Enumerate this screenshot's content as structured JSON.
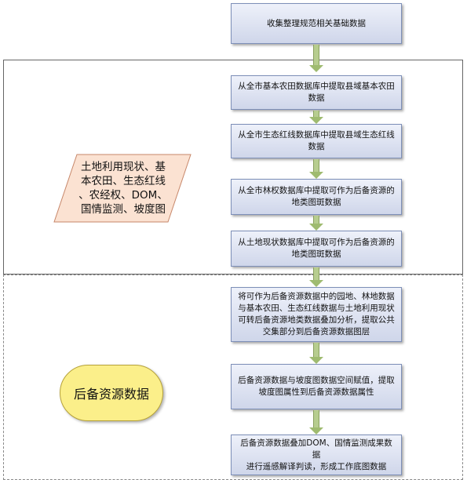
{
  "flow": {
    "step1": "收集整理规范相关基础数据",
    "step2_line1": "从全市基本农田数据库中提取县域基本农田",
    "step2_line2": "数据",
    "step3_line1": "从全市生态红线数据库中提取县域生态红线",
    "step3_line2": "数据",
    "step4_line1": "从全市林权数据库中提取可作为后备资源的",
    "step4_line2": "地类图斑数据",
    "step5_line1": "从土地现状数据库中提取可作为后备资源的",
    "step5_line2": "地类图斑数据",
    "step6_line1": "将可作为后备资源数据中的园地、林地数据",
    "step6_line2": "与基本农田、生态红线数据与土地利用现状",
    "step6_line3": "可转后备资源地类数据叠加分析，提取公共",
    "step6_line4": "交集部分到后备资源数据图层",
    "step7_line1": "后备资源数据与坡度图数据空间赋值，提取",
    "step7_line2": "坡度图属性到后备资源数据属性",
    "step8_line1": "后备资源数据叠加DOM、国情监测成果数据",
    "step8_line2": "进行遥感解译判读，形成工作底图数据"
  },
  "input_data": {
    "line1": "土地利用现状、基",
    "line2": "本农田、生态红线",
    "line3": "、农经权、DOM、",
    "line4": "国情监测、坡度图"
  },
  "output": {
    "label": "后备资源数据"
  },
  "colors": {
    "box_fill": "#dce2f1",
    "box_border": "#7d8fb8",
    "arrow": "#b7cd8f",
    "parallelogram_fill": "#fbe2d2",
    "oval_fill": "#fbef8a"
  }
}
